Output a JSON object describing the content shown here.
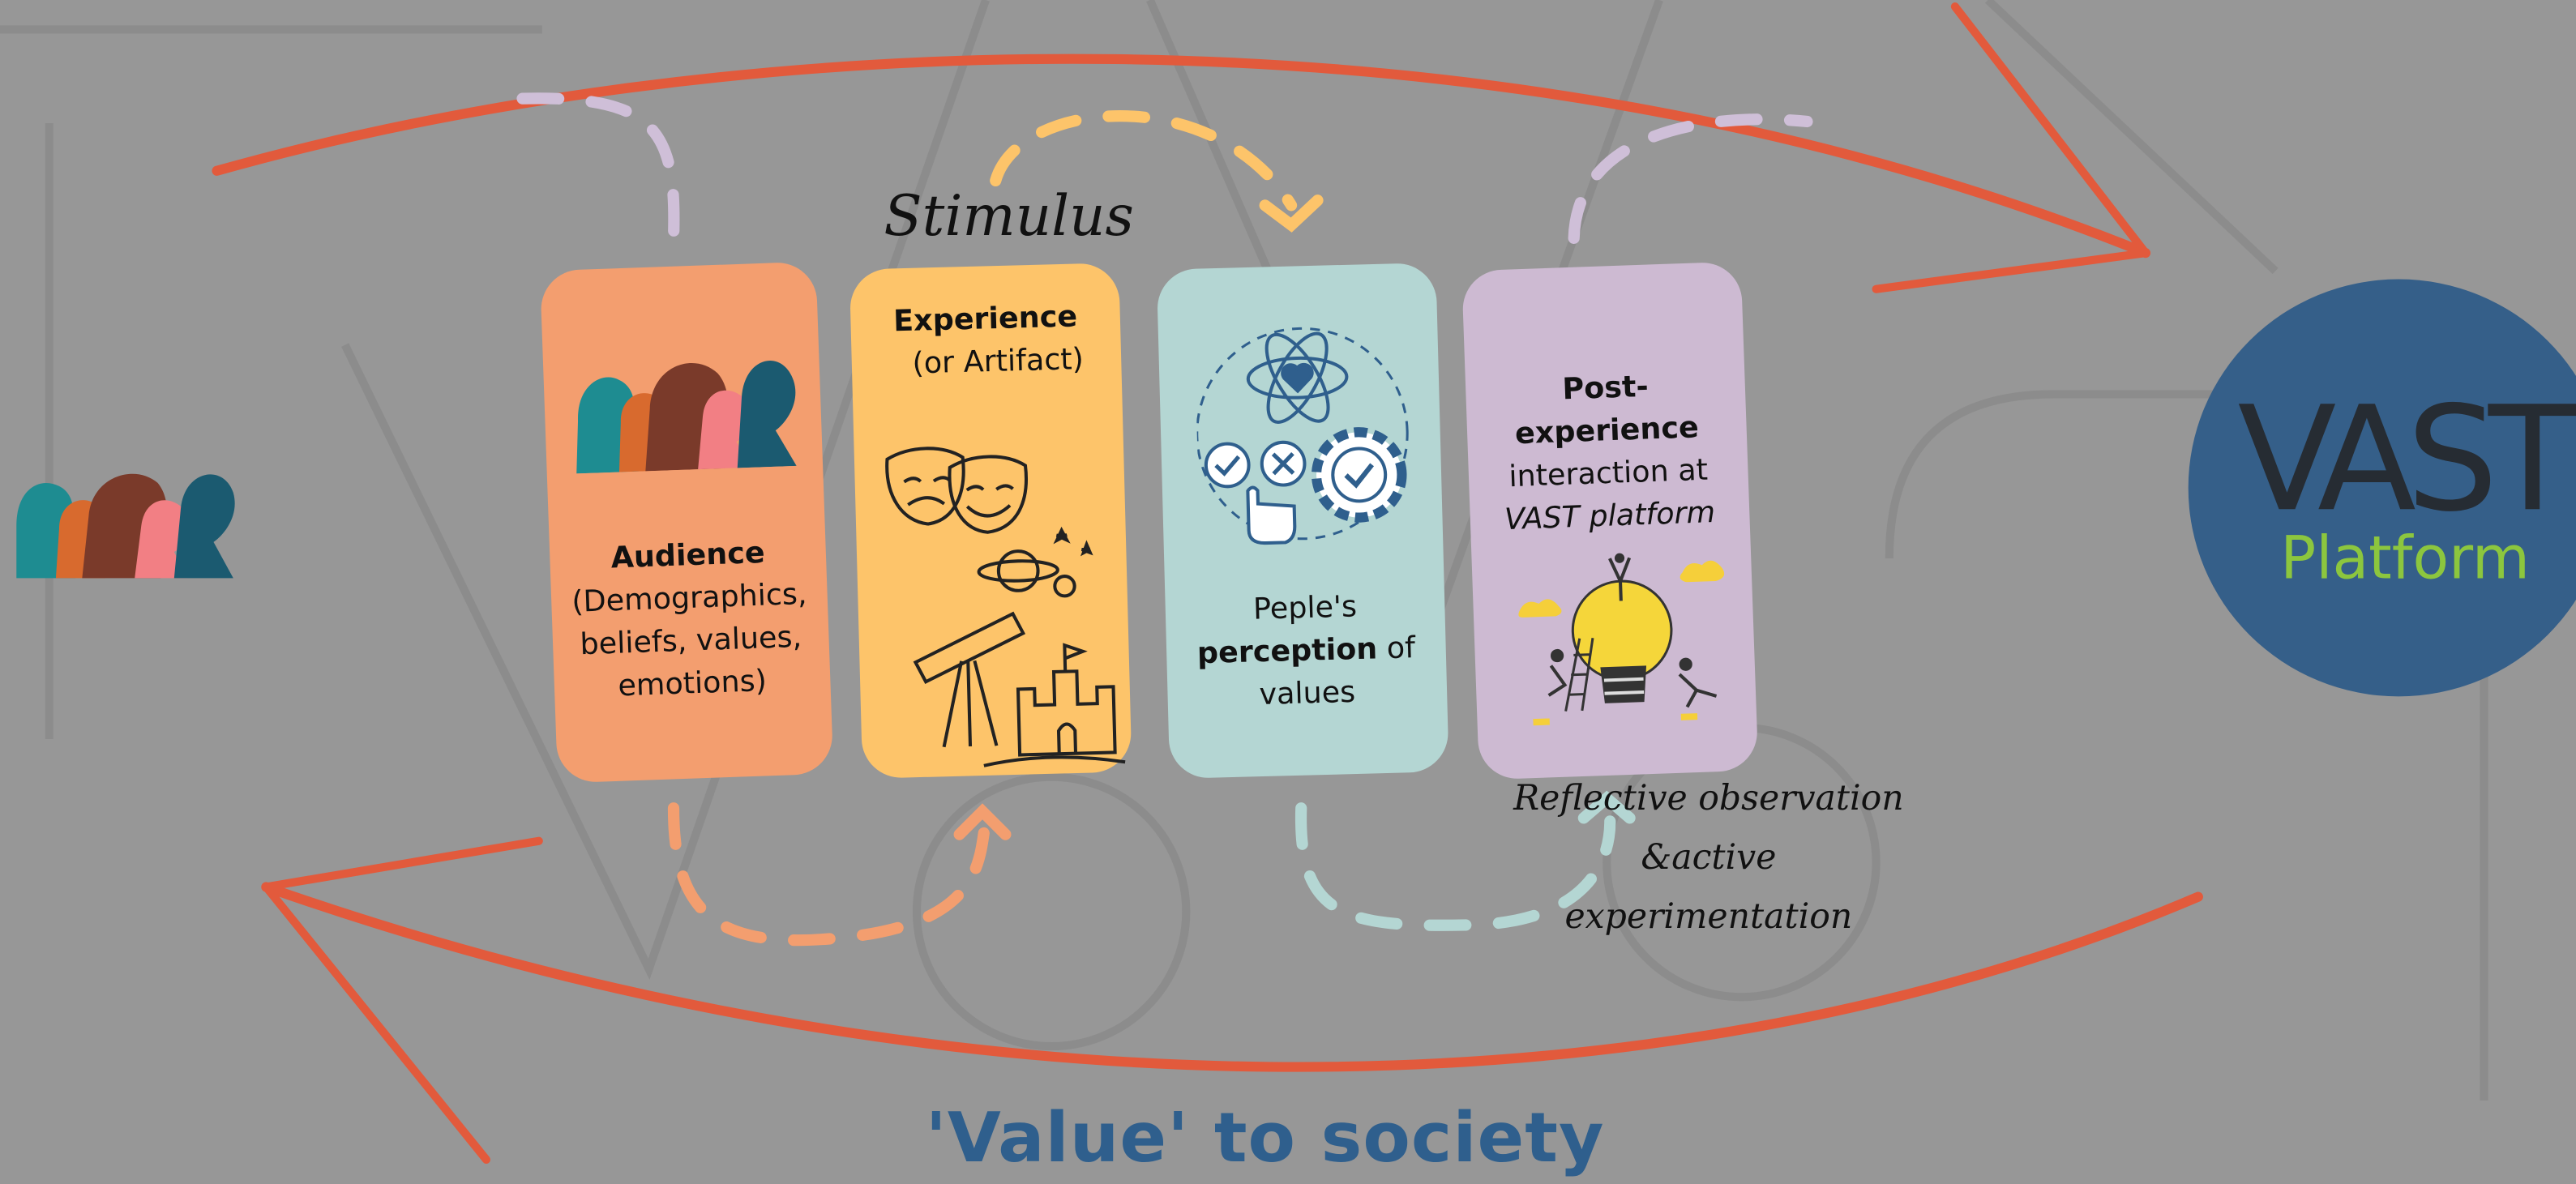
{
  "stimulus_label": "Stimulus",
  "cards": {
    "audience": {
      "title": "Audience",
      "lines": [
        "(Demographics,",
        "beliefs, values,",
        "emotions)"
      ]
    },
    "experience": {
      "title": "Experience",
      "subtitle": "(or Artifact)"
    },
    "perception": {
      "line1": "Peple's",
      "bold": "perception",
      "rest": " of",
      "line3": "values"
    },
    "post": {
      "title_1": "Post-",
      "title_2": "experience",
      "line3": "interaction at",
      "italic": "VAST platform"
    }
  },
  "reflective_label": [
    "Reflective observation &active",
    "experimentation"
  ],
  "footer_title": "'Value' to society",
  "logo": {
    "text": "VAST",
    "subtitle": "Platform"
  },
  "colors": {
    "background": "#979797",
    "arrow_red": "#e0583c",
    "audience": "#f39e6f",
    "experience": "#fdc46a",
    "perception": "#b4d6d3",
    "post": "#cdbad2",
    "logo_bg": "#355f89",
    "logo_green": "#8cc63e",
    "footer_blue": "#2f5f8d"
  },
  "icons": [
    "people-silhouettes-icon",
    "theater-masks-icon",
    "planet-icon",
    "telescope-icon",
    "castle-icon",
    "atom-heart-icon",
    "checkmark-icon",
    "cross-icon",
    "gear-check-icon",
    "hand-pointer-icon",
    "lightbulb-people-icon"
  ]
}
